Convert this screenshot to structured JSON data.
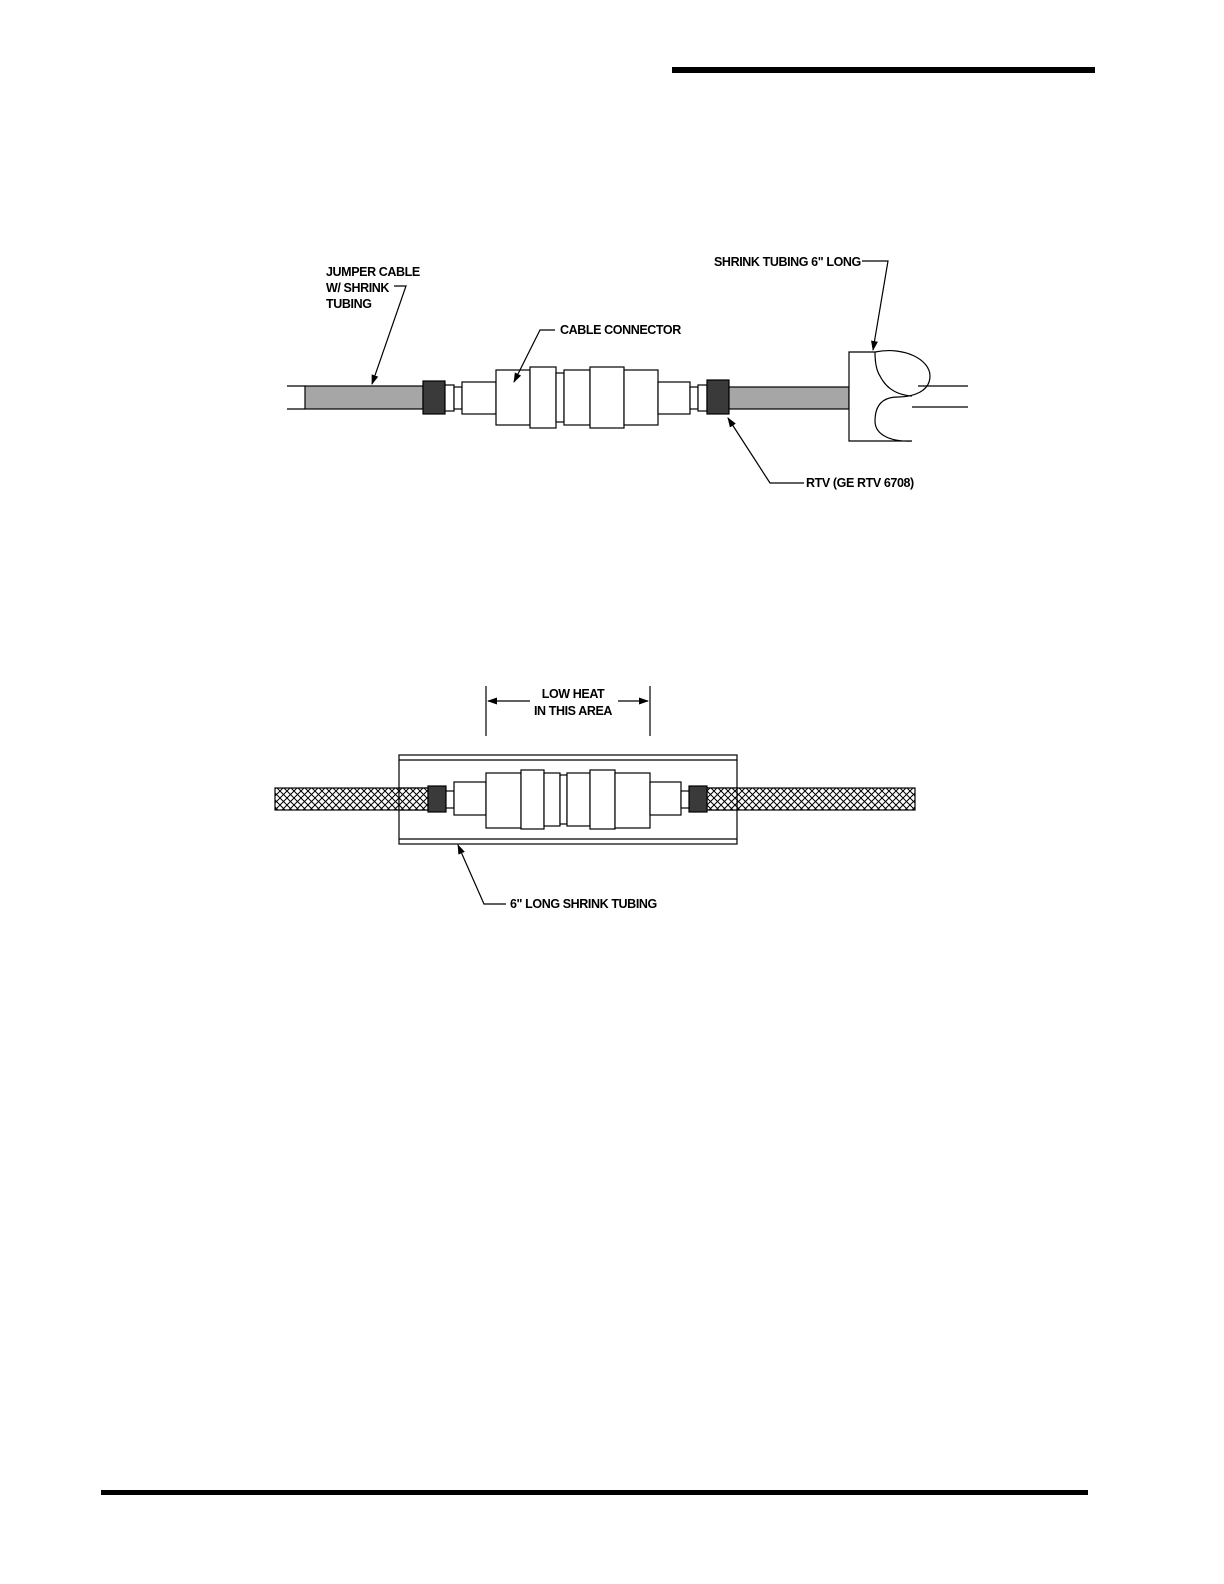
{
  "figure_top": {
    "labels": {
      "jumper_cable_line1": "JUMPER CABLE",
      "jumper_cable_line2": "W/ SHRINK",
      "jumper_cable_line3": "TUBING",
      "cable_connector": "CABLE CONNECTOR",
      "shrink_tubing": "SHRINK TUBING 6\" LONG",
      "rtv": "RTV (GE RTV 6708)"
    }
  },
  "figure_bottom": {
    "labels": {
      "low_heat_line1": "LOW HEAT",
      "low_heat_line2": "IN THIS AREA",
      "shrink_tubing": "6\" LONG SHRINK TUBING"
    }
  },
  "colors": {
    "ink": "#000000",
    "cable_gray": "#a6a6a6",
    "rtv_dark": "#3a3a3a"
  }
}
